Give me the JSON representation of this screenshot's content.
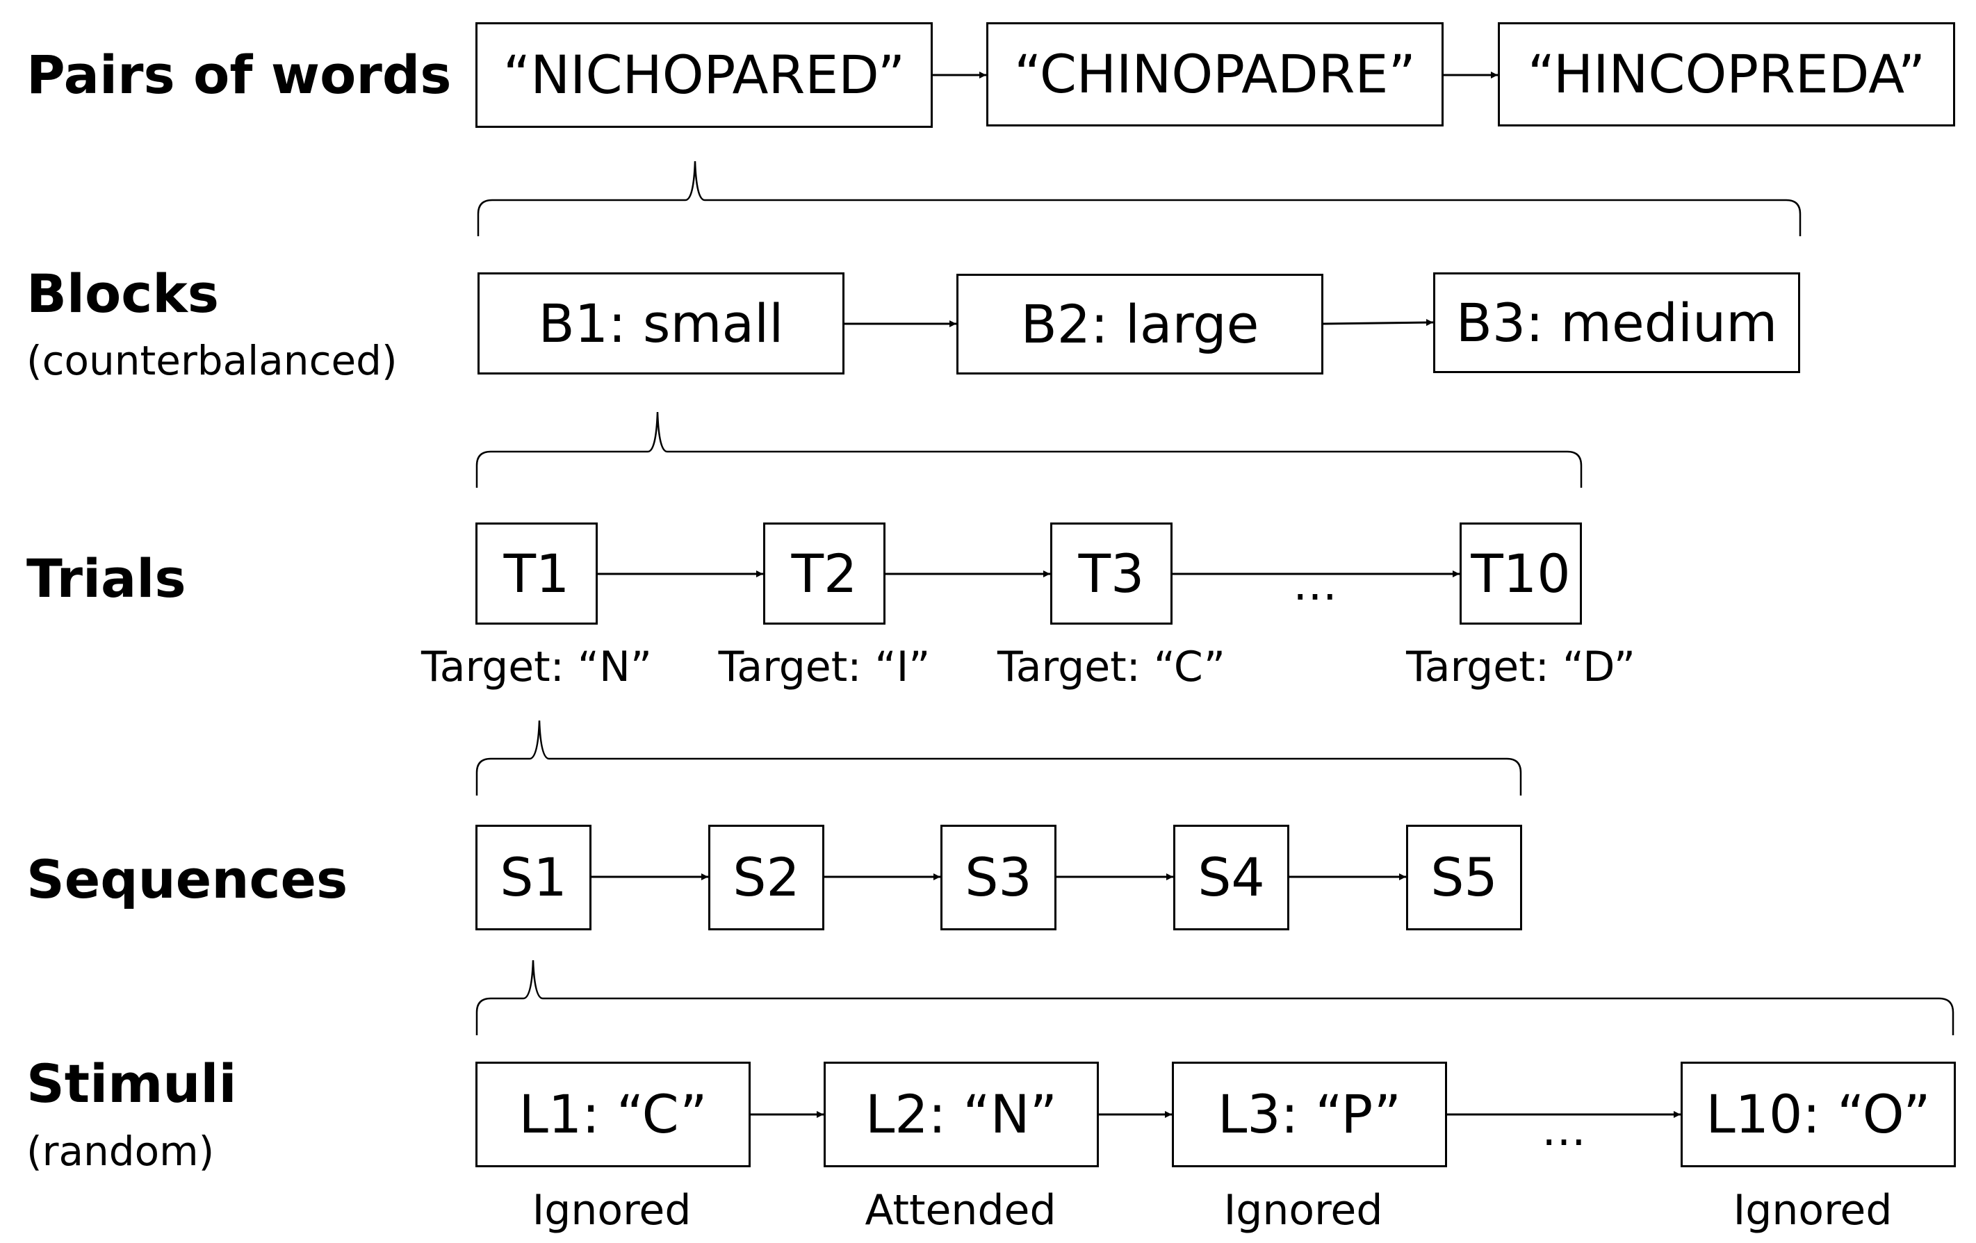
{
  "rows": {
    "words": {
      "label": "Pairs of words",
      "boxes": [
        "“NICHOPARED”",
        "“CHINOPADRE”",
        "“HINCOPREDA”"
      ]
    },
    "blocks": {
      "label": "Blocks",
      "sub": "(counterbalanced)",
      "boxes": [
        "B1: small",
        "B2: large",
        "B3: medium"
      ]
    },
    "trials": {
      "label": "Trials",
      "boxes": [
        "T1",
        "T2",
        "T3",
        "T10"
      ],
      "ellipsis": "…",
      "captions": [
        "Target: “N”",
        "Target: “I”",
        "Target: “C”",
        "Target: “D”"
      ]
    },
    "sequences": {
      "label": "Sequences",
      "boxes": [
        "S1",
        "S2",
        "S3",
        "S4",
        "S5"
      ]
    },
    "stimuli": {
      "label": "Stimuli",
      "sub": "(random)",
      "boxes": [
        "L1: “C”",
        "L2: “N”",
        "L3: “P”",
        "L10: “O”"
      ],
      "ellipsis": "…",
      "captions": [
        "Ignored",
        "Attended",
        "Ignored",
        "Ignored"
      ]
    }
  },
  "colors": {
    "stroke": "#000000",
    "background": "#ffffff"
  }
}
